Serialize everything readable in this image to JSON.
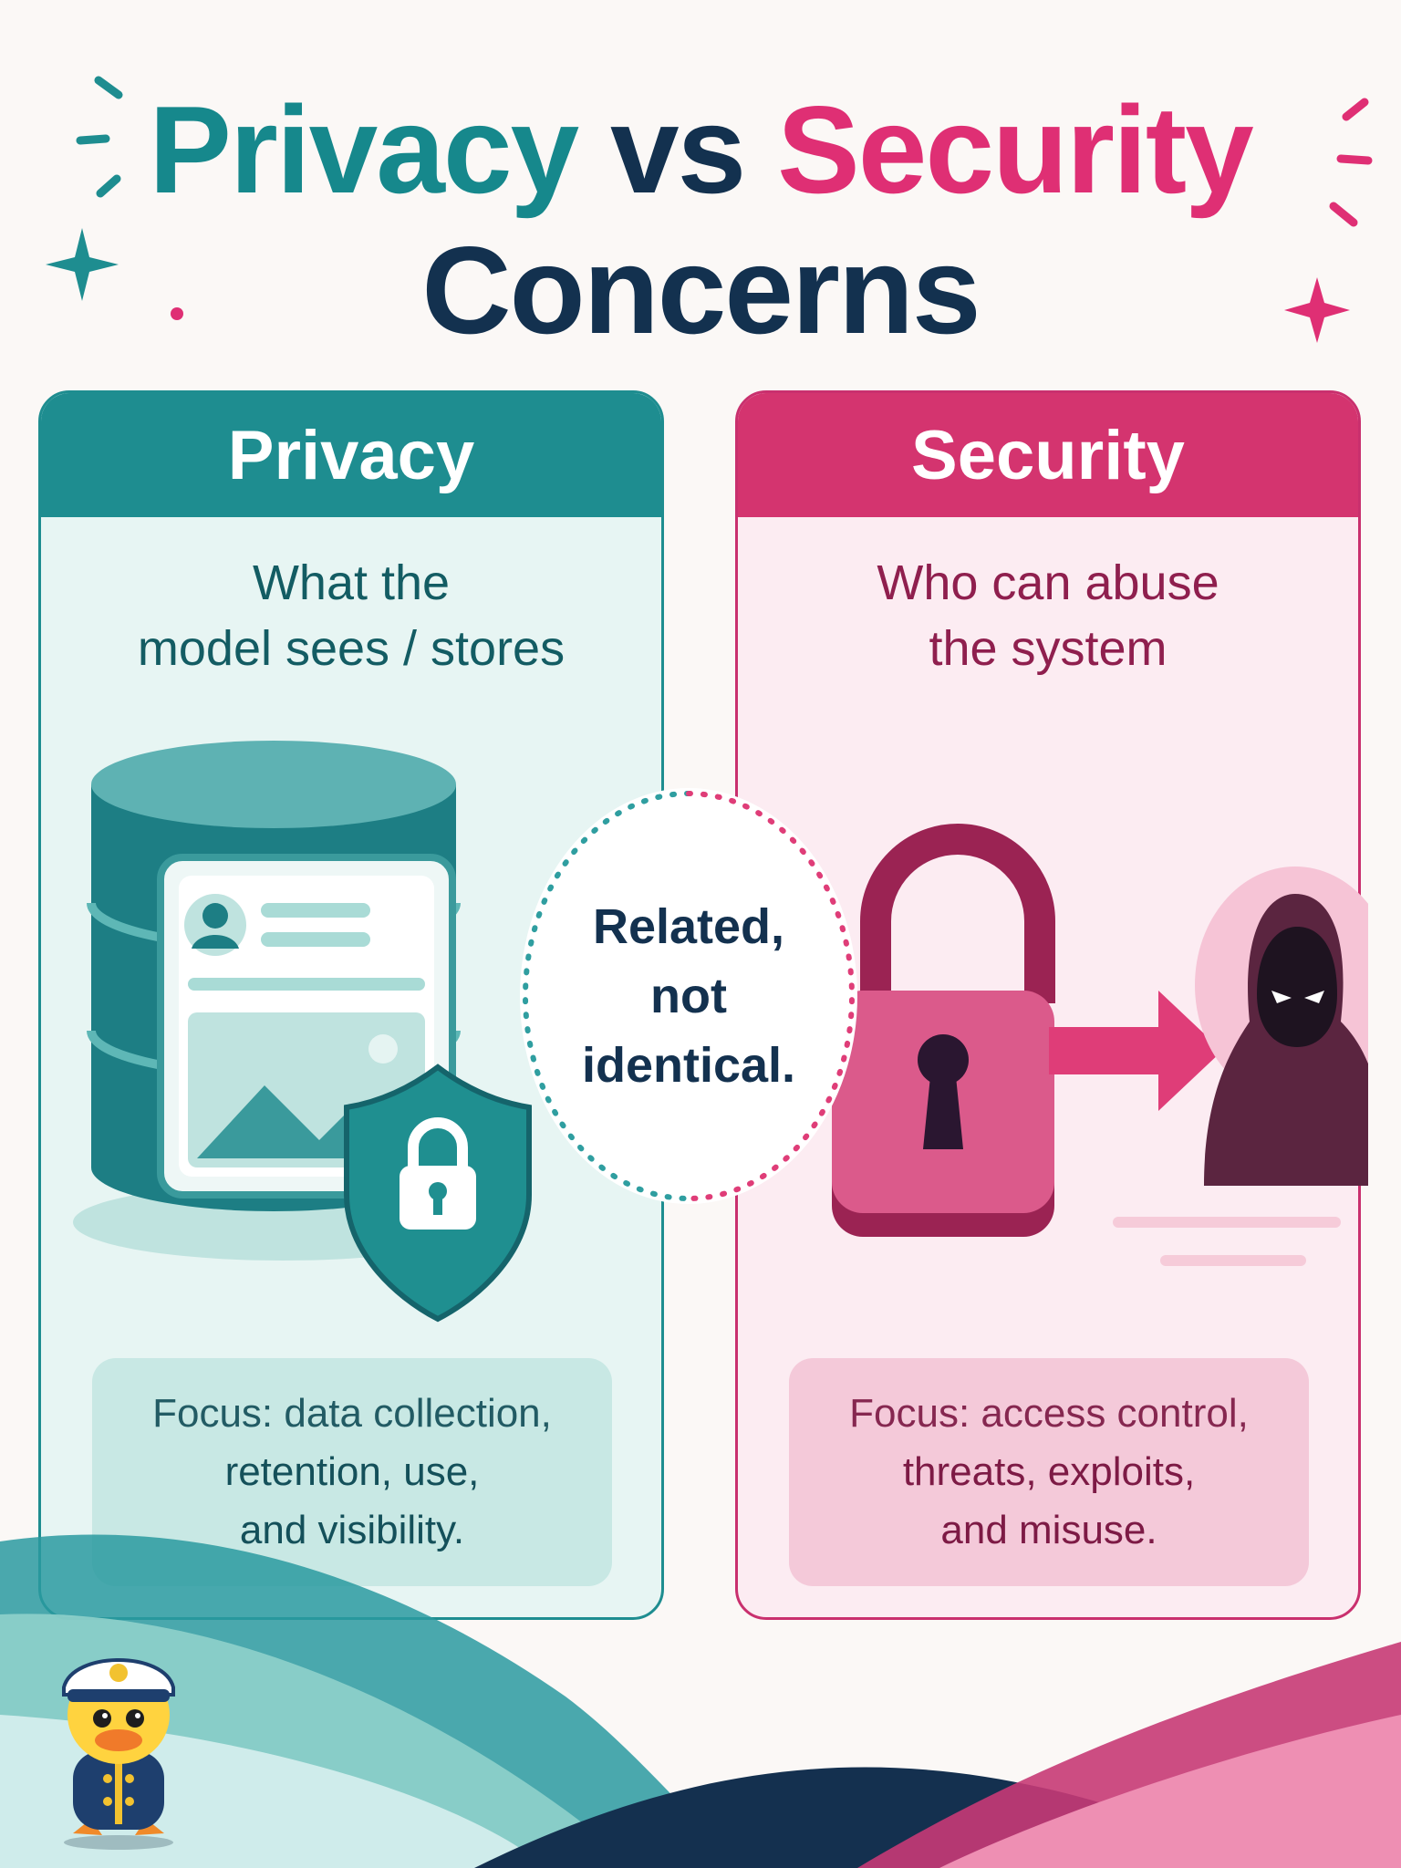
{
  "title": {
    "word_privacy": "Privacy",
    "word_vs": "vs",
    "word_security": "Security",
    "line2": "Concerns"
  },
  "privacy": {
    "header": "Privacy",
    "subtitle_lines": [
      "What the",
      "model sees / stores"
    ],
    "focus_lines": [
      "Focus: data collection,",
      "retention, use,",
      "and visibility."
    ],
    "illustration_icons": [
      "database-icon",
      "profile-document-icon",
      "shield-lock-icon"
    ]
  },
  "security": {
    "header": "Security",
    "subtitle_lines": [
      "Who can abuse",
      "the system"
    ],
    "focus_lines": [
      "Focus: access control,",
      "threats, exploits,",
      "and misuse."
    ],
    "illustration_icons": [
      "padlock-icon",
      "arrow-right-icon",
      "hooded-attacker-icon"
    ]
  },
  "center": {
    "lines": [
      "Related,",
      "not",
      "identical."
    ]
  },
  "colors": {
    "privacy_accent": "#1e8d90",
    "security_accent": "#d4346f",
    "navy": "#13314f",
    "background": "#fbf8f6"
  },
  "mascot": "sailor-duck-mascot"
}
